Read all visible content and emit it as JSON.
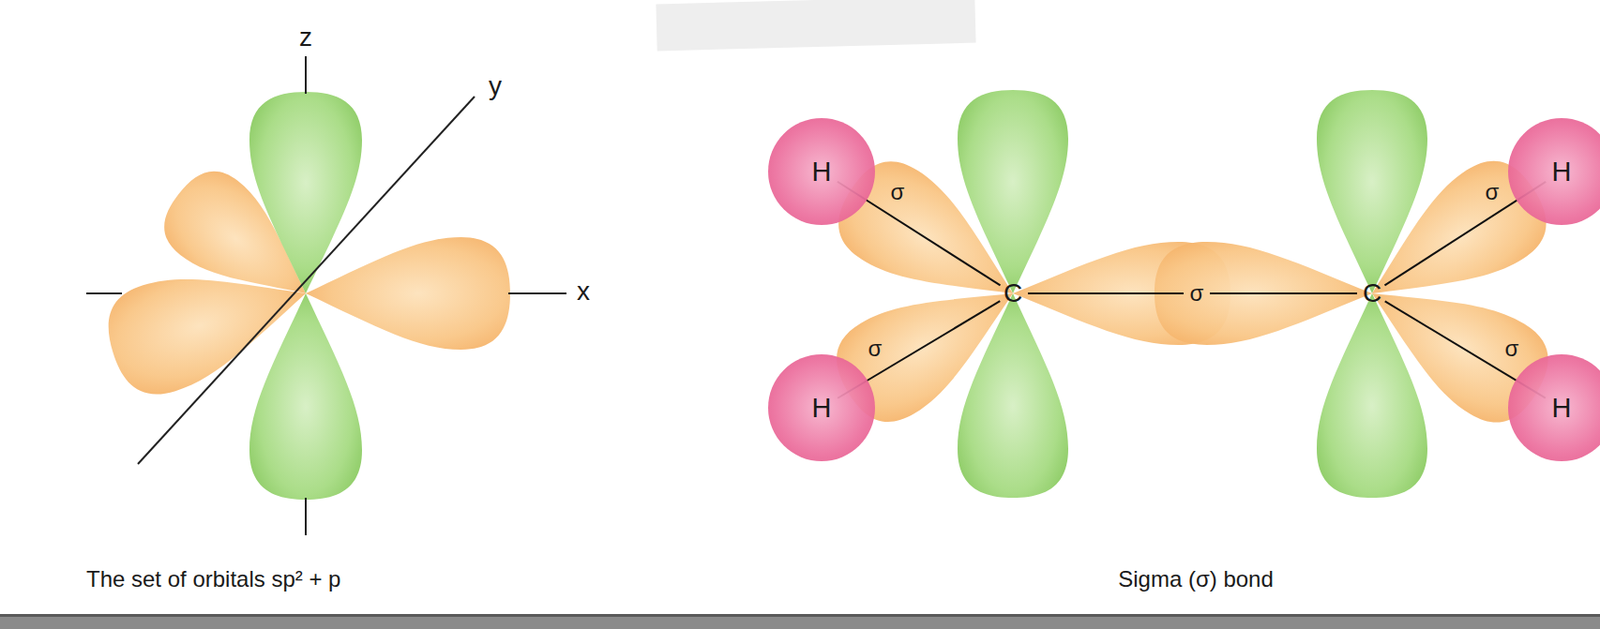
{
  "diagram": {
    "nodes": [
      {
        "text": [
          "H"
        ]
      },
      {
        "text": [
          "H"
        ]
      },
      {
        "text": [
          "H"
        ]
      },
      {
        "text": [
          "H"
        ]
      }
    ],
    "labels": [
      "z",
      "y",
      "x",
      "The set of orbitals sp² + p",
      "σ",
      "σ",
      "C",
      "σ",
      "C",
      "σ",
      "σ",
      "Sigma (σ) bond"
    ]
  }
}
